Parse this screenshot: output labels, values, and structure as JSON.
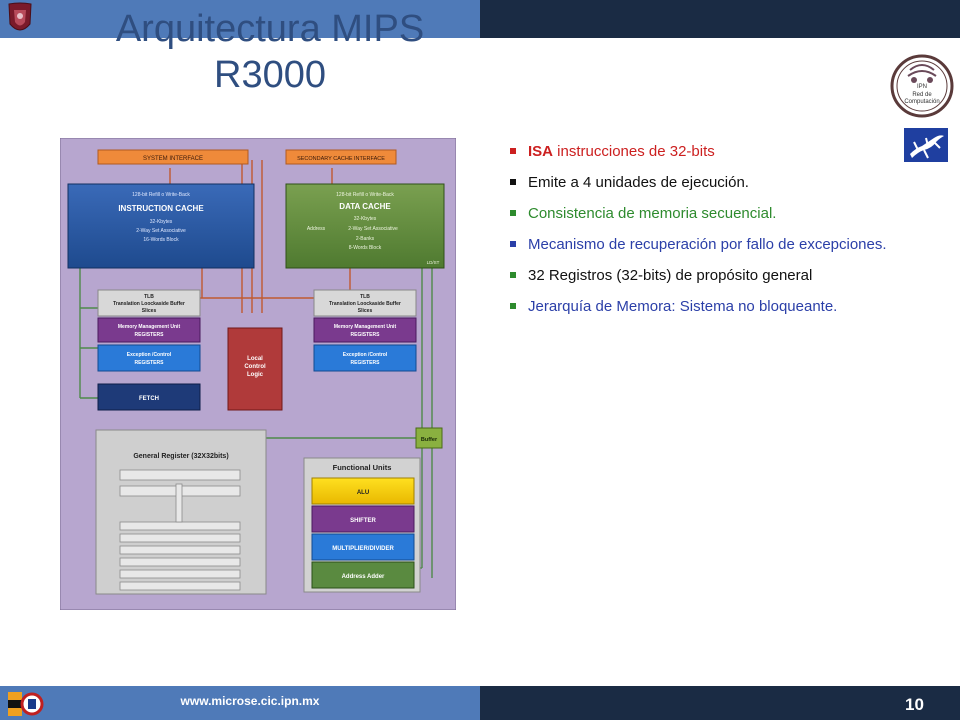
{
  "header": {
    "title_line1": "Arquitectura MIPS",
    "title_line2": "R3000"
  },
  "logos": {
    "ipn": "ipn-logo",
    "red_computacion": "Red de Computación",
    "red_top": "IPN",
    "salamander": "salamander-icon",
    "cic": "cic-logo"
  },
  "diagram": {
    "system_interface": "SYSTEM INTERFACE",
    "secondary_cache_interface": "SECONDARY CACHE INTERFACE",
    "icache": {
      "refill": "128-bit Refill o Write-Back",
      "title": "INSTRUCTION CACHE",
      "size": "32-Kbytes",
      "assoc": "2-Way Set Associative",
      "block": "16-Words Block"
    },
    "dcache": {
      "refill": "128-bit Refill o Write-Back",
      "title": "DATA CACHE",
      "size": "32-Kbytes",
      "address": "Address",
      "assoc": "2-Way Set Associative",
      "banks": "2-Banks",
      "block": "8-Words Block",
      "ldst": "LD/ST"
    },
    "tlb_left": {
      "l1": "TLB",
      "l2": "Translation Loockaside Buffer",
      "l3": "Slices"
    },
    "mmu_left": {
      "l1": "Memory Management Unit",
      "l2": "REGISTERS"
    },
    "exc_left": {
      "l1": "Exception /Control",
      "l2": "REGISTERS"
    },
    "fetch": "FETCH",
    "local_control": {
      "l1": "Local",
      "l2": "Control",
      "l3": "Logic"
    },
    "tlb_right": {
      "l1": "TLB",
      "l2": "Translation Loockaside Buffer",
      "l3": "Slices"
    },
    "mmu_right": {
      "l1": "Memory Management Unit",
      "l2": "REGISTERS"
    },
    "exc_right": {
      "l1": "Exception /Control",
      "l2": "REGISTERS"
    },
    "buffer": "Buffer",
    "general_register": "General Register (32X32bits)",
    "functional_units": "Functional Units",
    "alu": "ALU",
    "shifter": "SHIFTER",
    "muldiv": "MULTIPLIER/DIVIDER",
    "address_adder": "Address Adder"
  },
  "bullets": {
    "b1_bold": "ISA",
    "b1_rest": " instrucciones de 32-bits",
    "b2": "Emite  a 4  unidades de ejecución.",
    "b3": "Consistencia de memoria secuencial.",
    "b4": "Mecanismo de recuperación por fallo de excepciones.",
    "b5": "32 Registros (32-bits) de propósito general",
    "b6": "Jerarquía de Memora: Sistema no bloqueante."
  },
  "footer": {
    "url": "www.microse.cic.ipn.mx",
    "page": "10"
  },
  "colors": {
    "bar_blue": "#4f7ab8",
    "bar_navy": "#1a2b44",
    "title": "#2f4e80",
    "diagram_bg": "#b7a6cf"
  }
}
